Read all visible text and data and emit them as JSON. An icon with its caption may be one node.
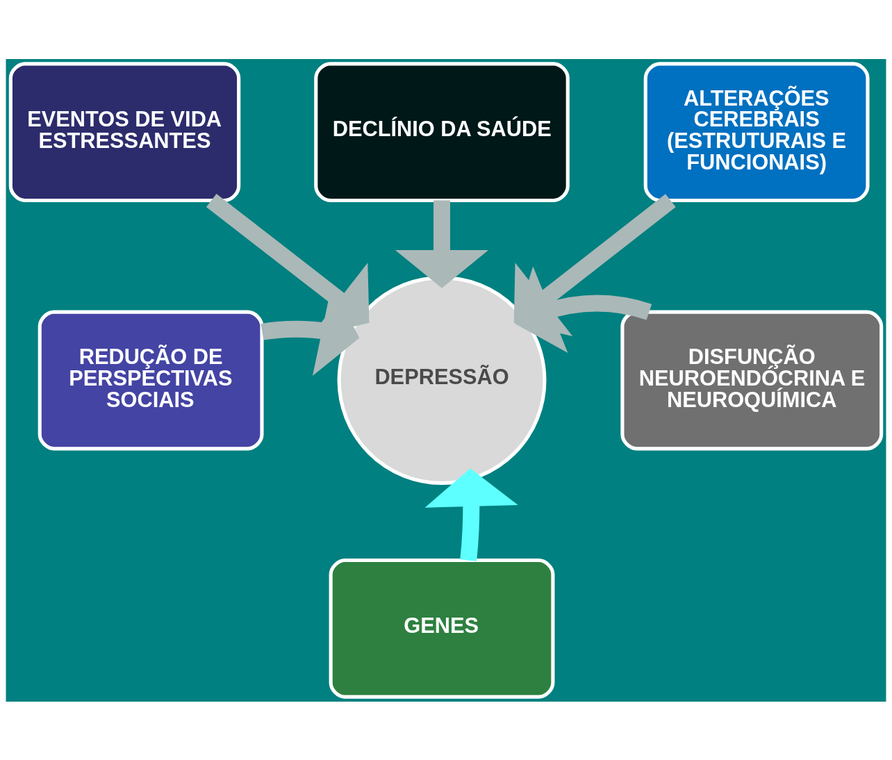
{
  "diagram": {
    "nodes": [
      {
        "text": [
          "DECLÍNIO DA SAÚDE"
        ]
      },
      {
        "text": [
          "EVENTOS DE VIDA ESTRESSANTES"
        ]
      },
      {
        "text": [
          "ALTERAÇÕES CEREBRAIS (ESTRUTURAIS E FUNCIONAIS)"
        ]
      },
      {
        "text": [
          "DEPRESSÃO"
        ]
      },
      {
        "text": [
          "REDUÇÃO DE PERSPECTIVAS SOCIAIS"
        ]
      },
      {
        "text": [
          "DISFUNÇÃO NEUROENDÓCRINA E NEUROQUÍMICA"
        ]
      },
      {
        "text": [
          "GENES"
        ]
      }
    ],
    "edges": [
      {
        "from": 0,
        "to": 3,
        "arrow": "to"
      },
      {
        "from": 1,
        "to": 3,
        "arrow": "to"
      },
      {
        "from": 2,
        "to": 3,
        "arrow": "to"
      },
      {
        "from": 4,
        "to": 3,
        "arrow": "to"
      },
      {
        "from": 5,
        "to": 3,
        "arrow": "to"
      },
      {
        "from": 6,
        "to": 3,
        "arrow": "to",
        "color": "#5effff"
      }
    ]
  }
}
